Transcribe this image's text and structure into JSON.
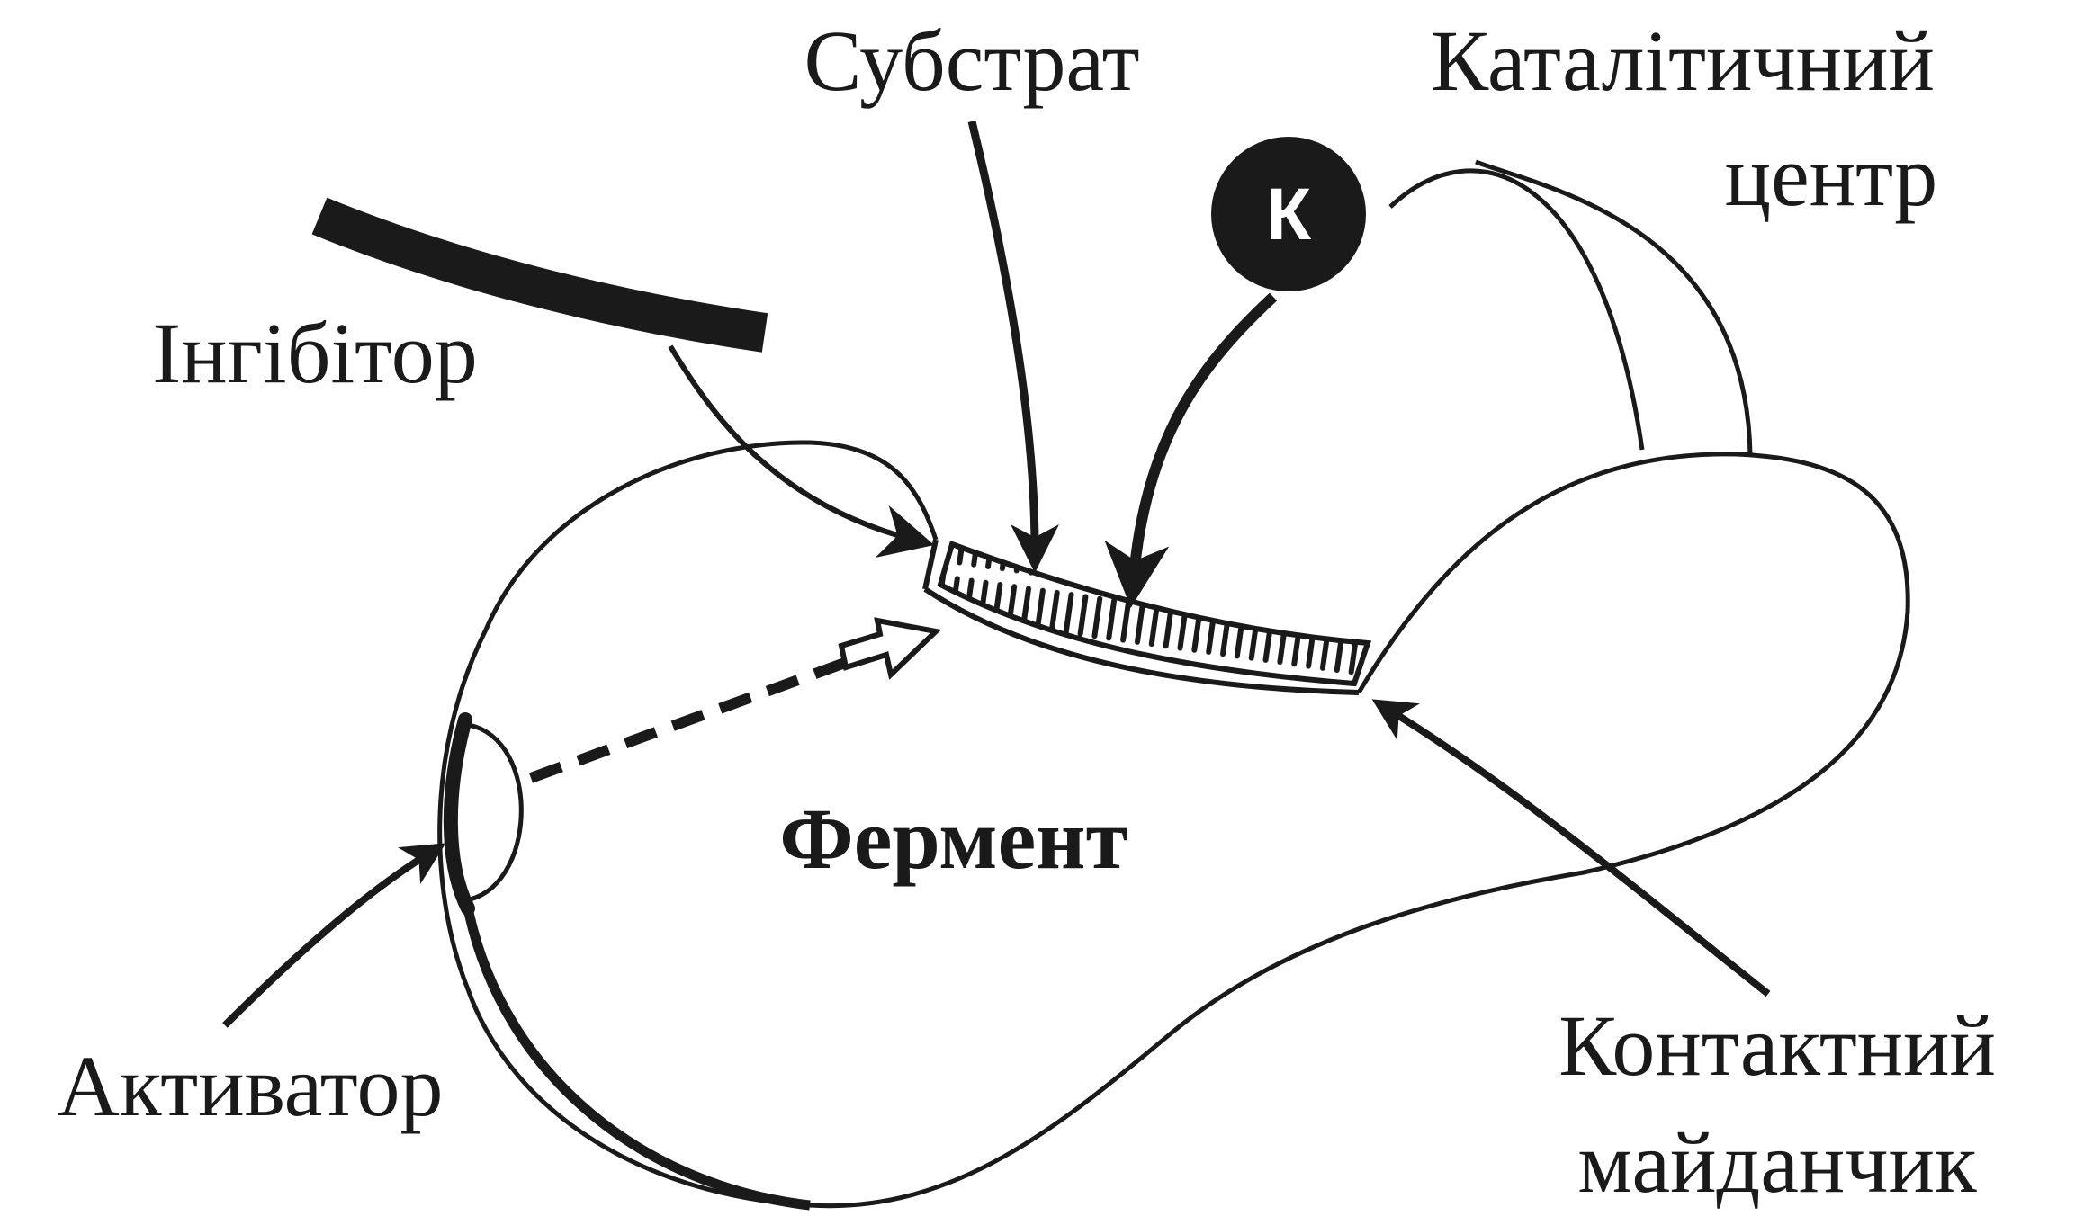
{
  "labels": {
    "substrate": "Субстрат",
    "catalytic_center_line1": "Каталітичний",
    "catalytic_center_line2": "центр",
    "inhibitor": "Інгібітор",
    "enzyme": "Фермент",
    "activator": "Активатор",
    "contact_site_line1": "Контактний",
    "contact_site_line2": "майданчик",
    "catalytic_marker": "К"
  },
  "colors": {
    "ink": "#1a1a1a",
    "background": "#ffffff"
  }
}
